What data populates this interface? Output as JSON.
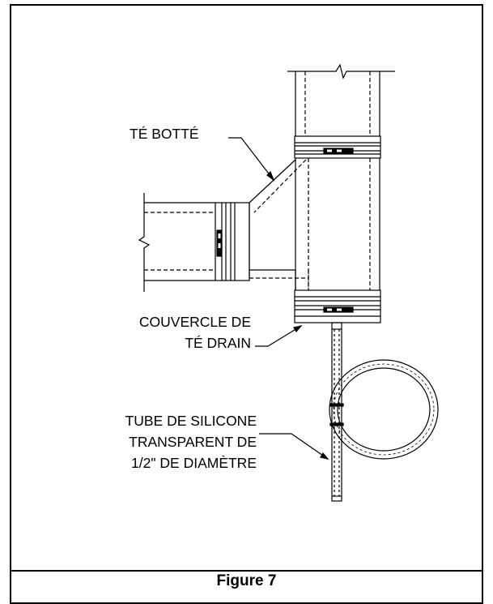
{
  "labels": {
    "te_botte": "TÉ BOTTÉ",
    "couvercle_line1": "COUVERCLE DE",
    "couvercle_line2": "TÉ DRAIN",
    "tube_line1": "TUBE DE SILICONE",
    "tube_line2": "TRANSPARENT DE",
    "tube_line3": "1/2\" DE DIAMÈTRE"
  },
  "caption": "Figure 7",
  "colors": {
    "line": "#000000",
    "background": "#ffffff"
  }
}
